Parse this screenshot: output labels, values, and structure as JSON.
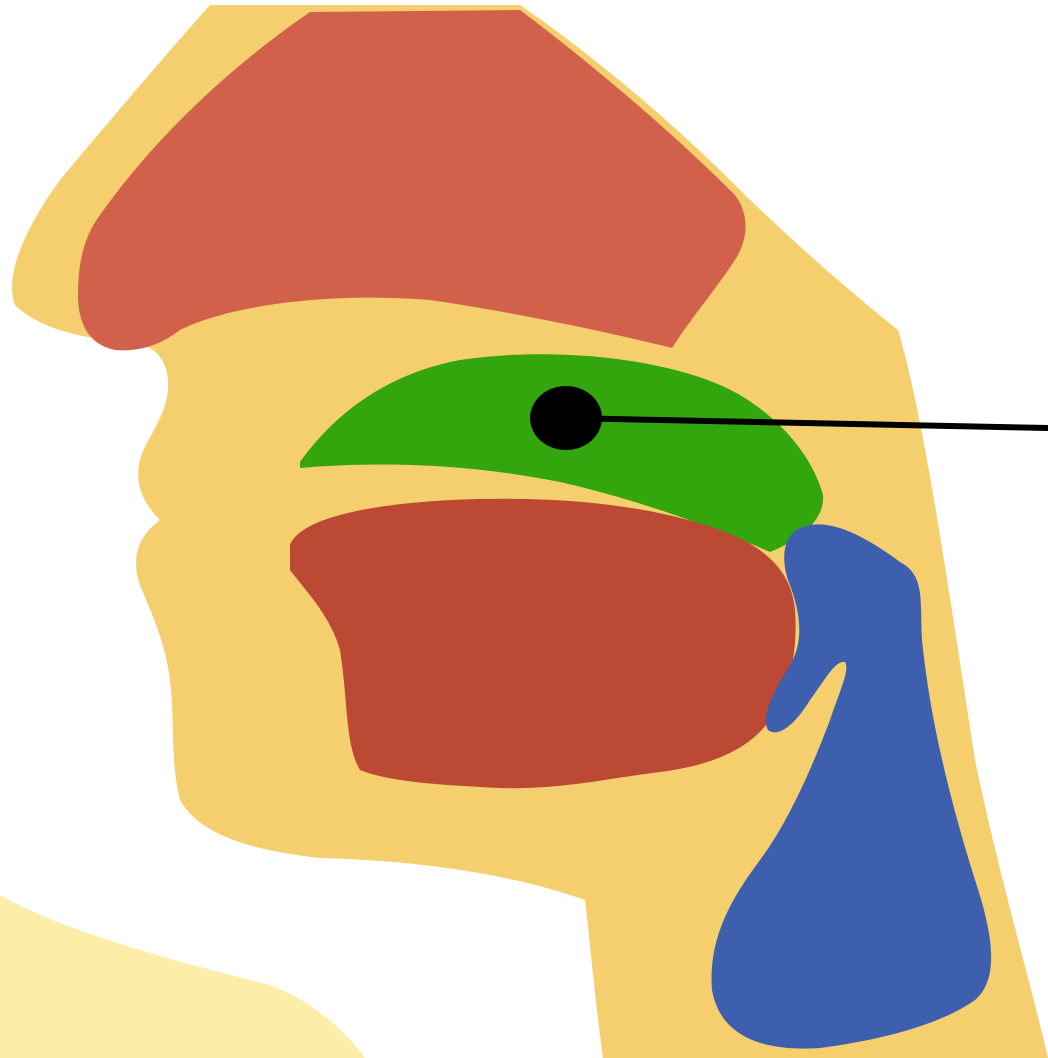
{
  "diagram": {
    "type": "sagittal head cross-section",
    "regions": [
      {
        "name": "head-outline",
        "color": "#F5CE6E"
      },
      {
        "name": "nasal-cavity",
        "color": "#D2614B"
      },
      {
        "name": "highlighted-region",
        "color": "#33A60E"
      },
      {
        "name": "tongue",
        "color": "#BC4934"
      },
      {
        "name": "throat",
        "color": "#3D5FAE"
      },
      {
        "name": "shoulder",
        "color": "#FCEDA9"
      }
    ],
    "pointer": {
      "marker": "black dot",
      "target": "highlighted-region",
      "color": "#000000"
    }
  }
}
